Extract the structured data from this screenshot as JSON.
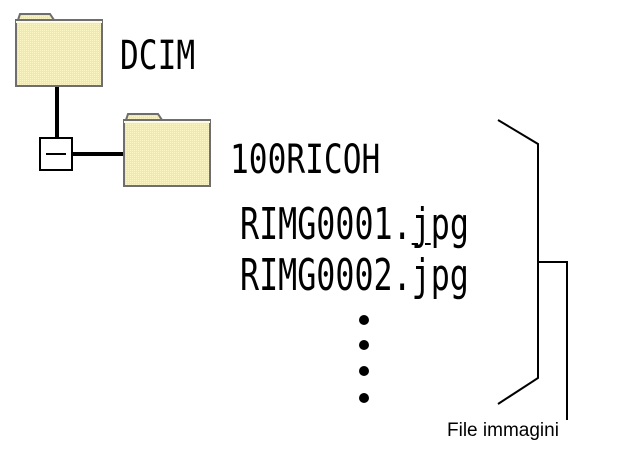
{
  "tree": {
    "root": {
      "label": "DCIM",
      "icon": "folder-icon"
    },
    "subfolder": {
      "label": "100RICOH",
      "icon": "folder-icon",
      "expander": "collapse-box-icon"
    },
    "files": [
      {
        "name_start": "RIMG0001.",
        "name_underlined": "j",
        "name_end": "pg"
      },
      {
        "name": "RIMG0002.jpg"
      }
    ],
    "ellipsis": "⋮"
  },
  "annotation": {
    "caption": "File immagini"
  },
  "colors": {
    "folder_fill": "#f9ef9a",
    "folder_stroke": "#7a7a7a",
    "line": "#000000"
  }
}
